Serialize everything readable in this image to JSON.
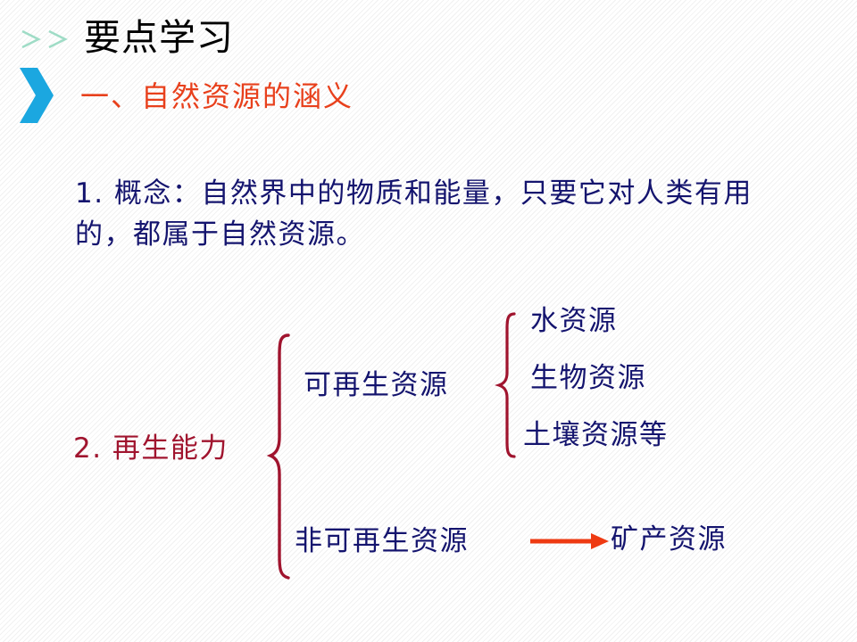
{
  "header": {
    "prefix_icon": "double-chevron-right-icon",
    "title": "要点学习"
  },
  "section": {
    "icon": "chevron-right-icon",
    "title": "一、自然资源的涵义"
  },
  "concept": {
    "text": "1. 概念：自然界中的物质和能量，只要它对人类有用的，都属于自然资源。"
  },
  "classification": {
    "label": "2. 再生能力",
    "renewable": {
      "label": "可再生资源",
      "items": [
        "水资源",
        "生物资源",
        "土壤资源等"
      ]
    },
    "nonrenewable": {
      "label": "非可再生资源",
      "arrow_icon": "arrow-right-icon",
      "example": "矿产资源"
    }
  },
  "colors": {
    "title": "#000000",
    "section_title": "#e8401c",
    "body_text": "#14146e",
    "regen_label": "#a0142e",
    "brace": "#a0142e",
    "arrow": "#ee3a12",
    "chevron_big": "#1ba7e0",
    "chevron_small": "#a8e0cc"
  }
}
